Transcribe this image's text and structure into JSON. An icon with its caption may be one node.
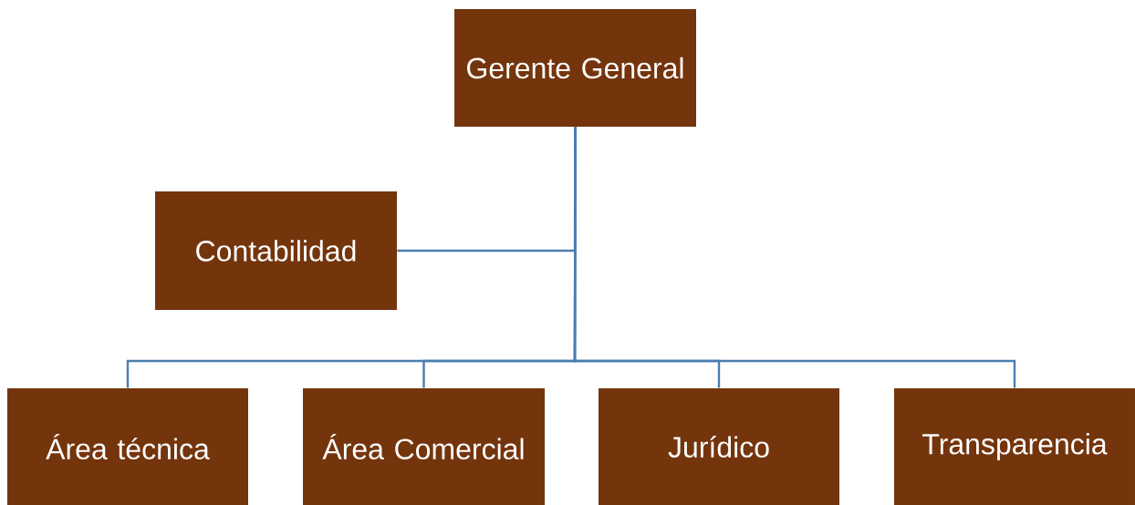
{
  "diagram": {
    "nodes": [
      {
        "text": [
          "Gerente General"
        ]
      },
      {
        "text": [
          "Contabilidad"
        ]
      },
      {
        "text": [
          "Área técnica"
        ]
      },
      {
        "text": [
          "Área Comercial"
        ]
      },
      {
        "text": [
          "Jurídico"
        ]
      },
      {
        "text": [
          "Transparencia"
        ]
      }
    ],
    "edges": [
      {
        "from": 0,
        "to": 1,
        "arrow": "none"
      },
      {
        "from": 0,
        "to": 2,
        "arrow": "none"
      },
      {
        "from": 0,
        "to": 3,
        "arrow": "none"
      },
      {
        "from": 0,
        "to": 4,
        "arrow": "none"
      },
      {
        "from": 0,
        "to": 5,
        "arrow": "none"
      }
    ]
  }
}
